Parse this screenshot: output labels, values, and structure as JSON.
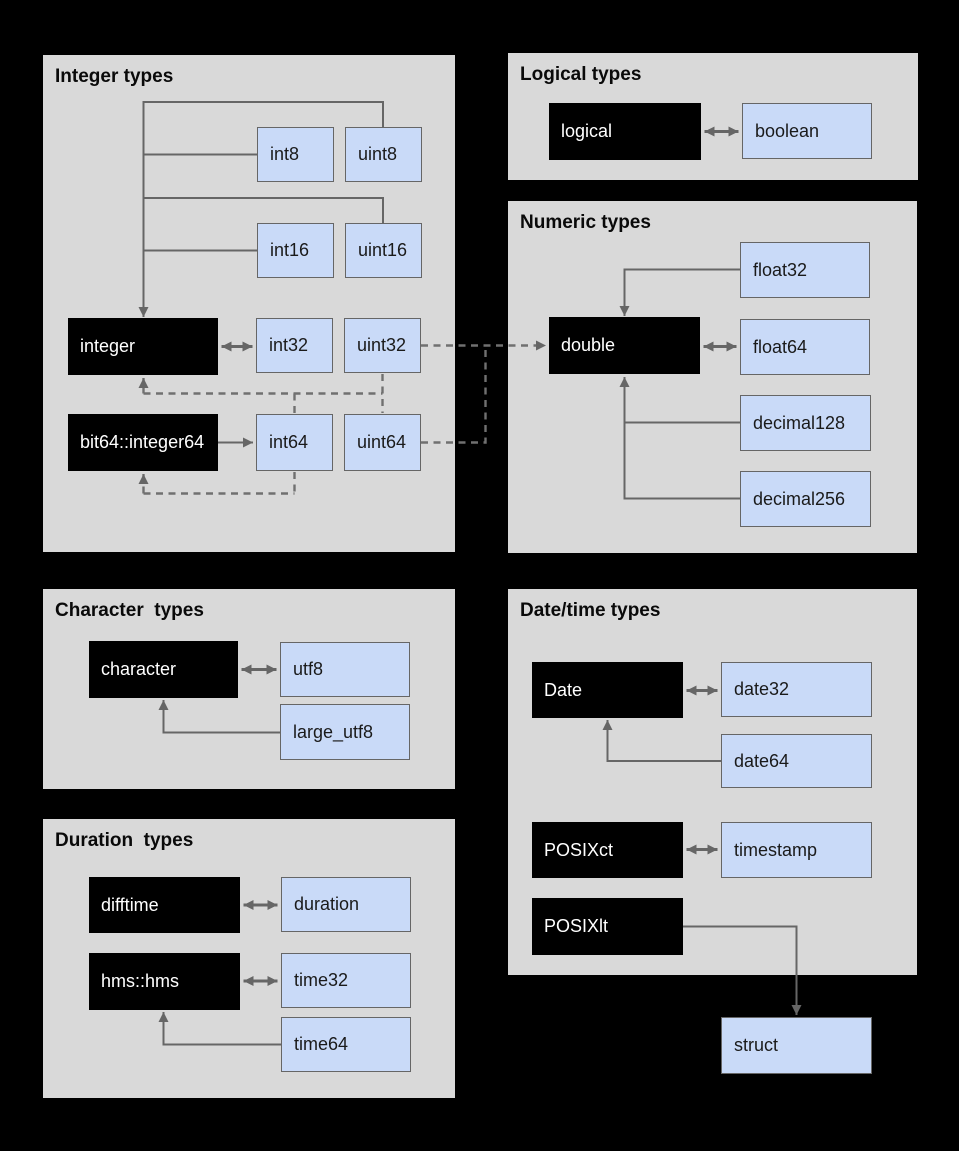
{
  "colors": {
    "background": "#000000",
    "panel": "#d9d9d9",
    "r_type_fill": "#000000",
    "r_type_text": "#ffffff",
    "arrow_type_fill": "#c9daf8",
    "arrow_type_border": "#666666",
    "connector": "#666666",
    "connector_dashed": "#707070",
    "title_text": "#0a0a0a"
  },
  "panels": {
    "integer": {
      "title": "Integer types"
    },
    "logical": {
      "title": "Logical types"
    },
    "numeric": {
      "title": "Numeric types"
    },
    "character": {
      "title": "Character  types"
    },
    "datetime": {
      "title": "Date/time types"
    },
    "duration": {
      "title": "Duration  types"
    }
  },
  "nodes": {
    "integer": "integer",
    "integer64": "bit64::integer64",
    "int8": "int8",
    "uint8": "uint8",
    "int16": "int16",
    "uint16": "uint16",
    "int32": "int32",
    "uint32": "uint32",
    "int64": "int64",
    "uint64": "uint64",
    "logical": "logical",
    "boolean": "boolean",
    "double": "double",
    "float32": "float32",
    "float64": "float64",
    "decimal128": "decimal128",
    "decimal256": "decimal256",
    "character": "character",
    "utf8": "utf8",
    "large_utf8": "large_utf8",
    "Date": "Date",
    "date32": "date32",
    "date64": "date64",
    "POSIXct": "POSIXct",
    "timestamp": "timestamp",
    "POSIXlt": "POSIXlt",
    "struct": "struct",
    "difftime": "difftime",
    "duration": "duration",
    "hms": "hms::hms",
    "time32": "time32",
    "time64": "time64"
  }
}
